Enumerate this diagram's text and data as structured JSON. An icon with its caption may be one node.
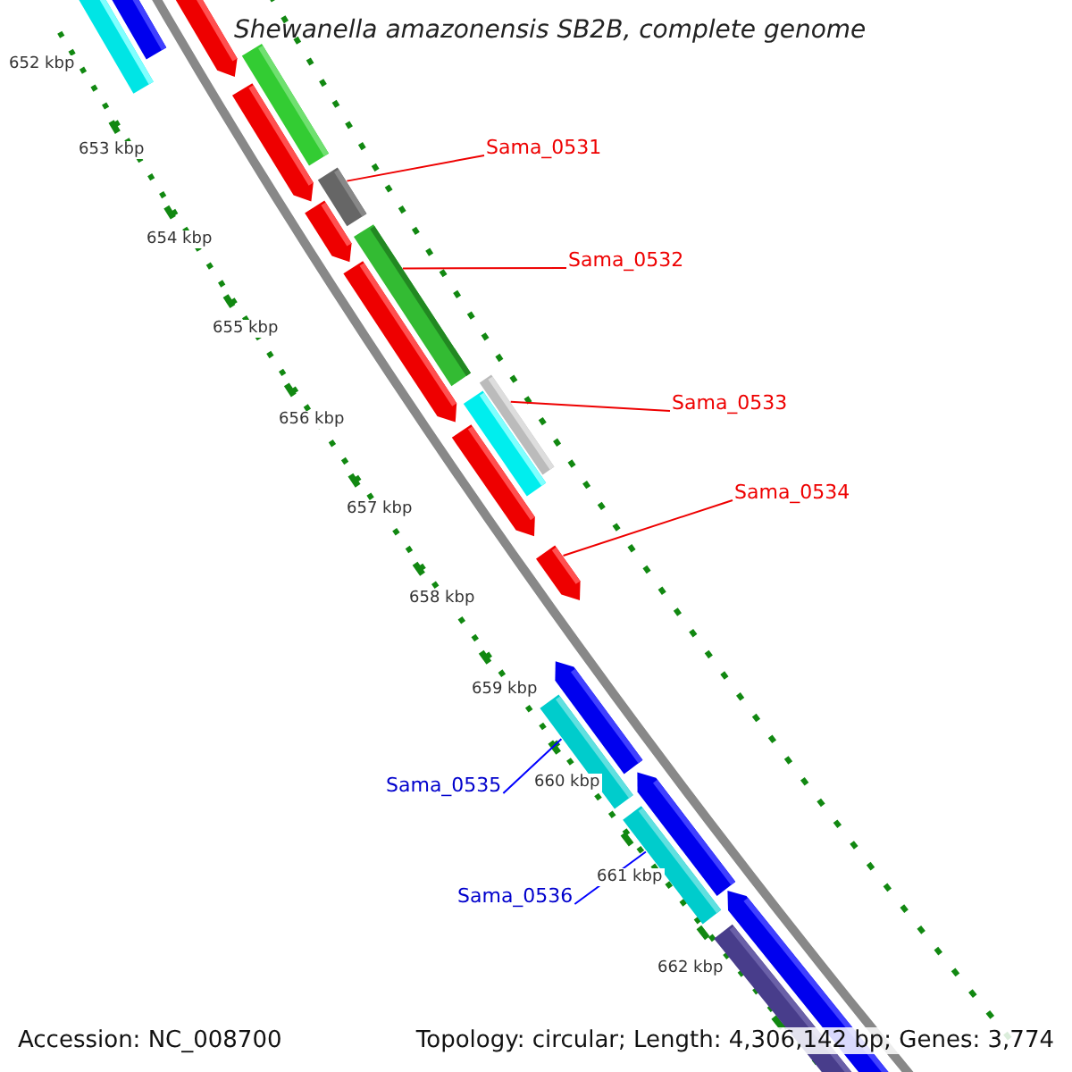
{
  "diagram": {
    "title": "Shewanella amazonensis SB2B, complete genome",
    "nodes": [
      {
        "text": [
          "Sama_0531"
        ]
      },
      {
        "text": [
          "Sama_0532"
        ]
      },
      {
        "text": [
          "Sama_0533"
        ]
      },
      {
        "text": [
          "Sama_0534"
        ]
      },
      {
        "text": [
          "Sama_0535"
        ]
      },
      {
        "text": [
          "Sama_0536"
        ]
      },
      {
        "text": [],
        "shape": "bar"
      },
      {
        "text": [],
        "shape": "bar"
      },
      {
        "text": [],
        "shape": "bar"
      },
      {
        "text": [],
        "shape": "bar"
      },
      {
        "text": [],
        "shape": "bar"
      },
      {
        "text": [],
        "shape": "bar"
      }
    ],
    "edges": [
      {
        "from": 0,
        "to": 6,
        "arrow": "none"
      },
      {
        "from": 1,
        "to": 7,
        "arrow": "none"
      },
      {
        "from": 2,
        "to": 8,
        "arrow": "none"
      },
      {
        "from": 3,
        "to": 9,
        "arrow": "none"
      },
      {
        "from": 4,
        "to": 10,
        "arrow": "none",
        "color": "#0000ff"
      },
      {
        "from": 5,
        "to": 11,
        "arrow": "none",
        "color": "#0000ff"
      }
    ],
    "labels": [
      "652 kbp",
      "653 kbp",
      "654 kbp",
      "655 kbp",
      "656 kbp",
      "657 kbp",
      "658 kbp",
      "659 kbp",
      "660 kbp",
      "661 kbp",
      "662 kbp",
      "Accession: NC_008700",
      "Topology: circular; Length: 4,306,142 bp; Genes: 3,774"
    ]
  }
}
